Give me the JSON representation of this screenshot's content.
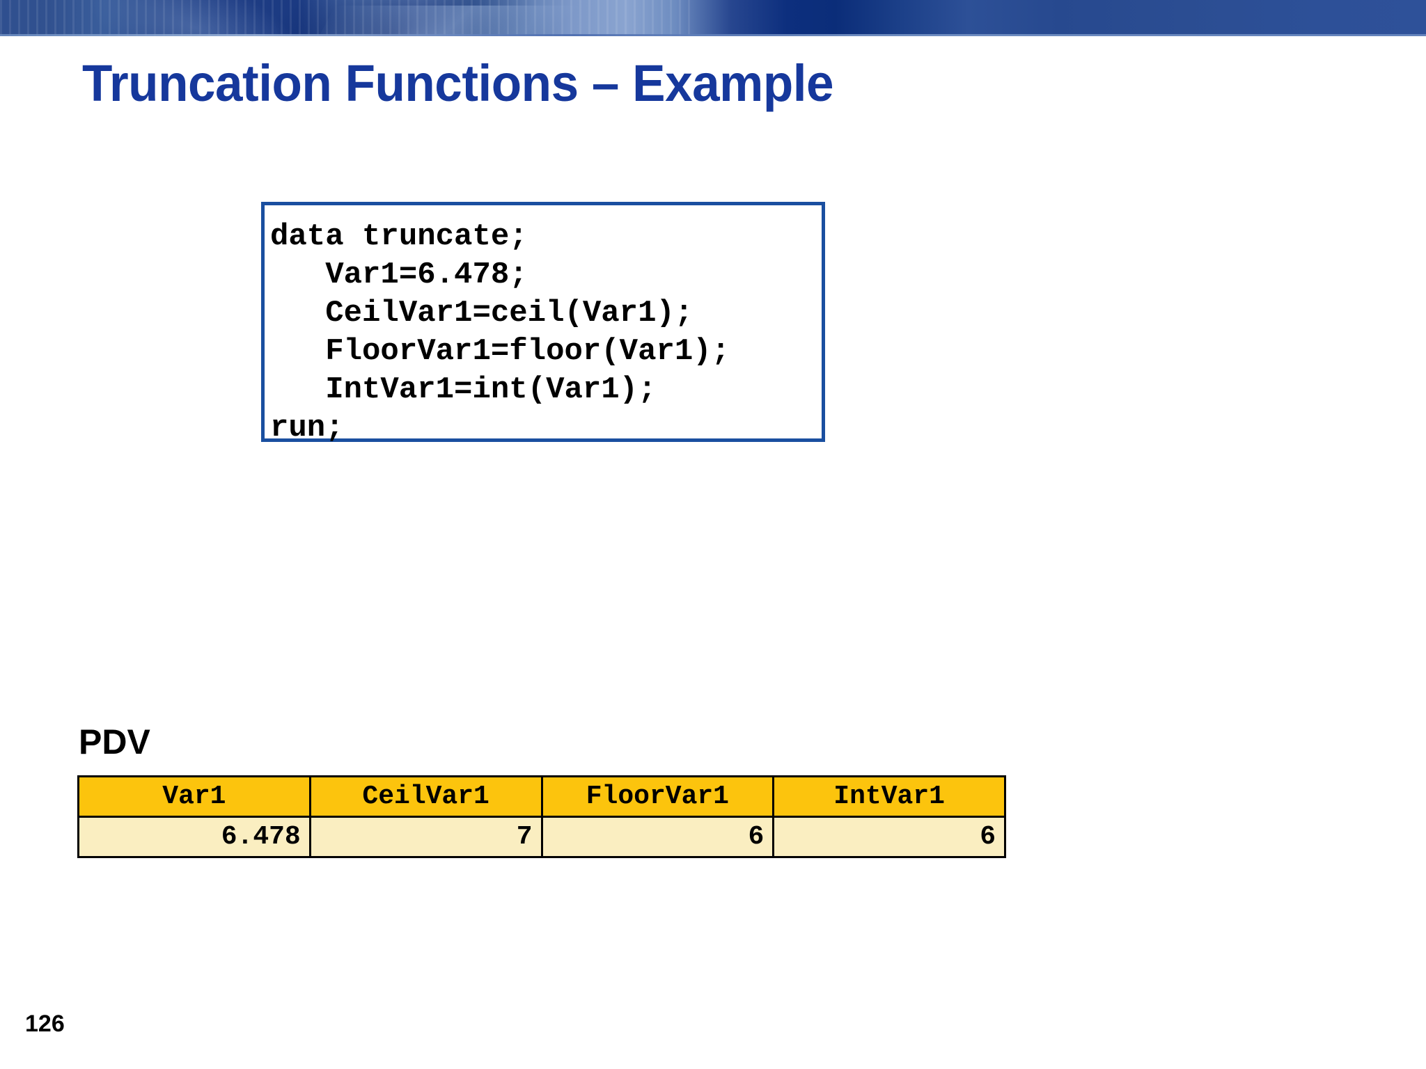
{
  "slide": {
    "title": "Truncation Functions – Example",
    "page_number": "126",
    "accent_colors": {
      "title_blue": "#16389c",
      "code_border_blue": "#1a4fa0",
      "table_header_gold": "#fcc40d",
      "table_cell_cream": "#faeec1",
      "banner_blue": "#2f4f8f"
    }
  },
  "code_block": {
    "language": "sas",
    "text": "data truncate;\n   Var1=6.478;\n   CeilVar1=ceil(Var1);\n   FloorVar1=floor(Var1);\n   IntVar1=int(Var1);\nrun;",
    "lines": [
      "data truncate;",
      "   Var1=6.478;",
      "   CeilVar1=ceil(Var1);",
      "   FloorVar1=floor(Var1);",
      "   IntVar1=int(Var1);",
      "run;"
    ]
  },
  "pdv": {
    "label": "PDV",
    "columns": [
      "Var1",
      "CeilVar1",
      "FloorVar1",
      "IntVar1"
    ],
    "rows": [
      [
        "6.478",
        "7",
        "6",
        "6"
      ]
    ]
  }
}
